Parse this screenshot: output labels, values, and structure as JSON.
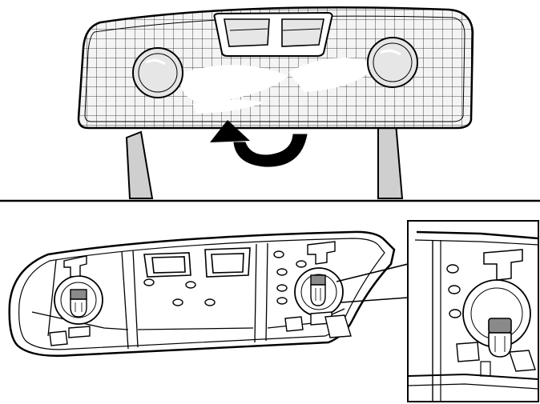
{
  "figure": {
    "panels": [
      {
        "id": "top",
        "subject": "overhead-console-lens-removal"
      },
      {
        "id": "bottom",
        "subject": "console-housing-bulbs"
      },
      {
        "id": "inset",
        "subject": "bulb-detail"
      }
    ],
    "colors": {
      "line": "#000000",
      "background": "#ffffff",
      "lens_fill": "#f4f4f4",
      "lamp_fill": "#e6e6e6",
      "pry_tool": "#cfcfcf",
      "bulb_base": "#8a8a8a"
    },
    "icons": [
      "curved-arrow-icon",
      "pry-tool-icon",
      "bulb-icon"
    ]
  }
}
